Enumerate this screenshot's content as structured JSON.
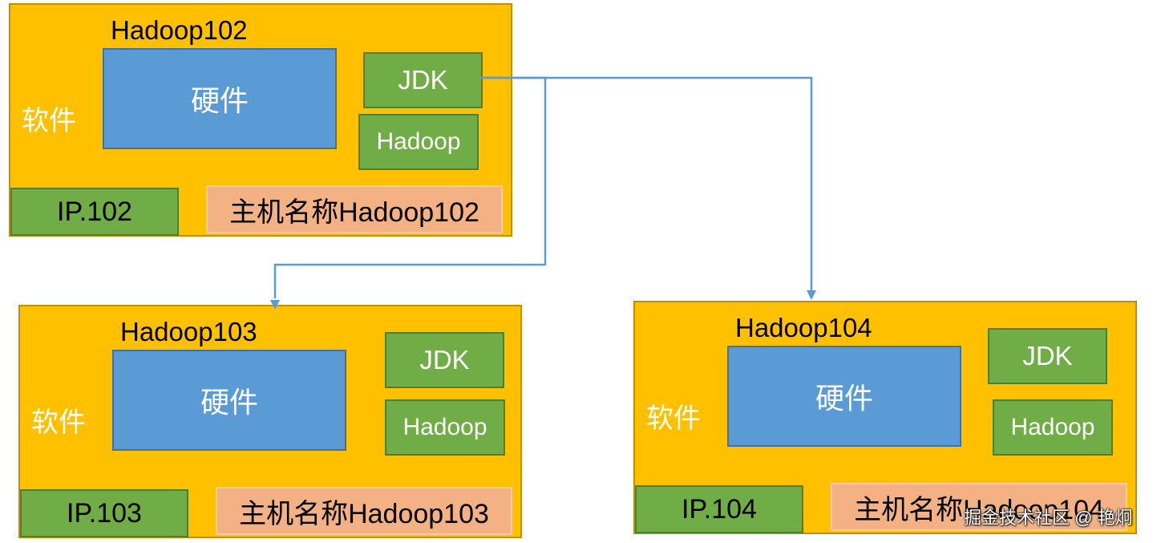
{
  "colors": {
    "node_fill": "#FFC000",
    "hardware_fill": "#5B9BD5",
    "software_fill": "#70AD47",
    "hostname_fill": "#F4B183",
    "connector": "#5B9BD5"
  },
  "nodes": [
    {
      "title": "Hadoop102",
      "software_label": "软件",
      "hardware_label": "硬件",
      "jdk_label": "JDK",
      "hadoop_label": "Hadoop",
      "ip_label": "IP.102",
      "hostname_label": "主机名称Hadoop102"
    },
    {
      "title": "Hadoop103",
      "software_label": "软件",
      "hardware_label": "硬件",
      "jdk_label": "JDK",
      "hadoop_label": "Hadoop",
      "ip_label": "IP.103",
      "hostname_label": "主机名称Hadoop103"
    },
    {
      "title": "Hadoop104",
      "software_label": "软件",
      "hardware_label": "硬件",
      "jdk_label": "JDK",
      "hadoop_label": "Hadoop",
      "ip_label": "IP.104",
      "hostname_label": "主机名称Hadoop104"
    }
  ],
  "watermark": "掘金技术社区 @ 艳炯"
}
